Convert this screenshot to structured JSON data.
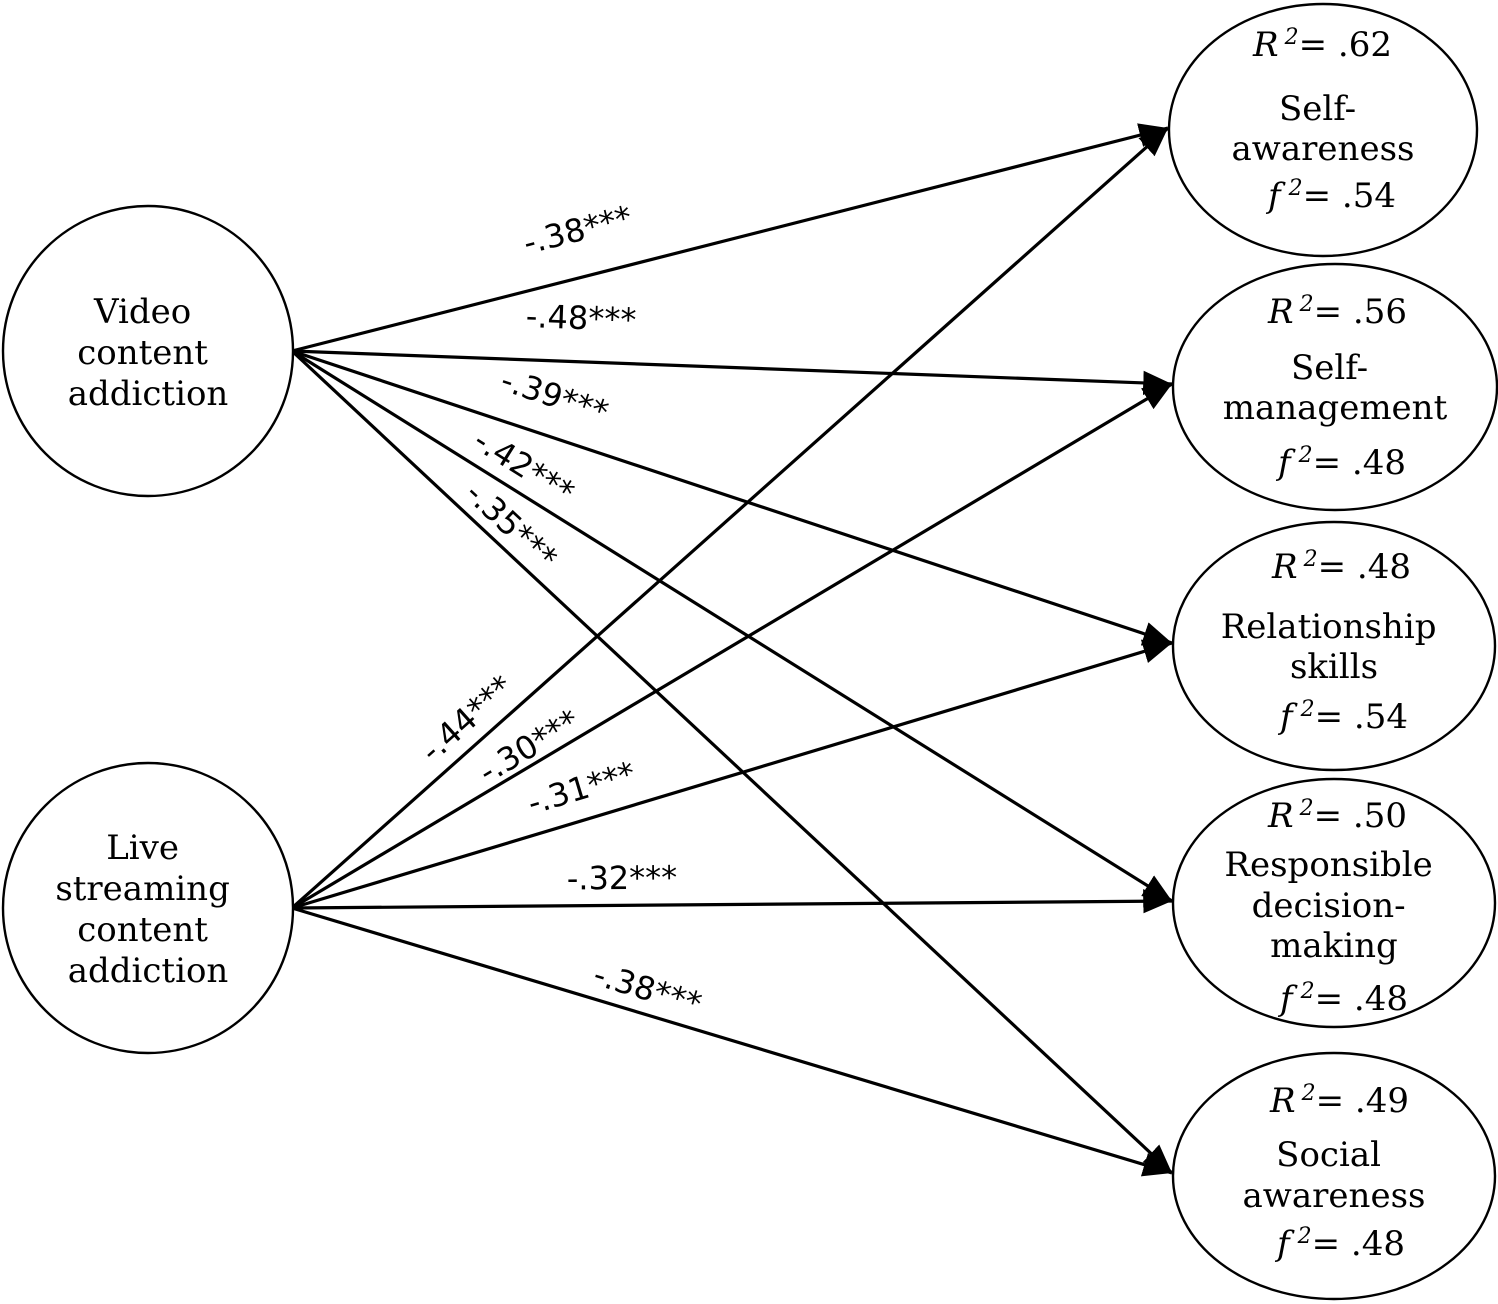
{
  "predictors": [
    {
      "id": "video",
      "lines": [
        "Video",
        "content",
        "addiction"
      ]
    },
    {
      "id": "live",
      "lines": [
        "Live",
        "streaming",
        "content",
        "addiction"
      ]
    }
  ],
  "outcomes": [
    {
      "id": "self_awareness",
      "lines": [
        "Self-",
        "awareness"
      ],
      "r2_symbol": "R",
      "r2_sup": "2",
      "r2_value": "= .62",
      "f2_symbol": "f",
      "f2_sup": "2",
      "f2_value": "= .54"
    },
    {
      "id": "self_management",
      "lines": [
        "Self-",
        "management"
      ],
      "r2_symbol": "R",
      "r2_sup": "2",
      "r2_value": "= .56",
      "f2_symbol": "f",
      "f2_sup": "2",
      "f2_value": "= .48"
    },
    {
      "id": "relationship_skills",
      "lines": [
        "Relationship",
        "skills"
      ],
      "r2_symbol": "R",
      "r2_sup": "2",
      "r2_value": "= .48",
      "f2_symbol": "f",
      "f2_sup": "2",
      "f2_value": "= .54"
    },
    {
      "id": "responsible_decision",
      "lines": [
        "Responsible",
        "decision-",
        "making"
      ],
      "r2_symbol": "R",
      "r2_sup": "2",
      "r2_value": "= .50",
      "f2_symbol": "f",
      "f2_sup": "2",
      "f2_value": "= .48"
    },
    {
      "id": "social_awareness",
      "lines": [
        "Social",
        "awareness"
      ],
      "r2_symbol": "R",
      "r2_sup": "2",
      "r2_value": "= .49",
      "f2_symbol": "f",
      "f2_sup": "2",
      "f2_value": "= .48"
    }
  ],
  "paths": [
    {
      "from": "video",
      "to": "self_awareness",
      "coef": "-.38***"
    },
    {
      "from": "video",
      "to": "self_management",
      "coef": "-.48***"
    },
    {
      "from": "video",
      "to": "relationship_skills",
      "coef": "-.39***"
    },
    {
      "from": "video",
      "to": "responsible_decision",
      "coef": "-.42***"
    },
    {
      "from": "video",
      "to": "social_awareness",
      "coef": "-.35***"
    },
    {
      "from": "live",
      "to": "self_awareness",
      "coef": "-.44***"
    },
    {
      "from": "live",
      "to": "self_management",
      "coef": "-.30***"
    },
    {
      "from": "live",
      "to": "relationship_skills",
      "coef": "-.31***"
    },
    {
      "from": "live",
      "to": "responsible_decision",
      "coef": "-.32***"
    },
    {
      "from": "live",
      "to": "social_awareness",
      "coef": "-.38***"
    }
  ]
}
